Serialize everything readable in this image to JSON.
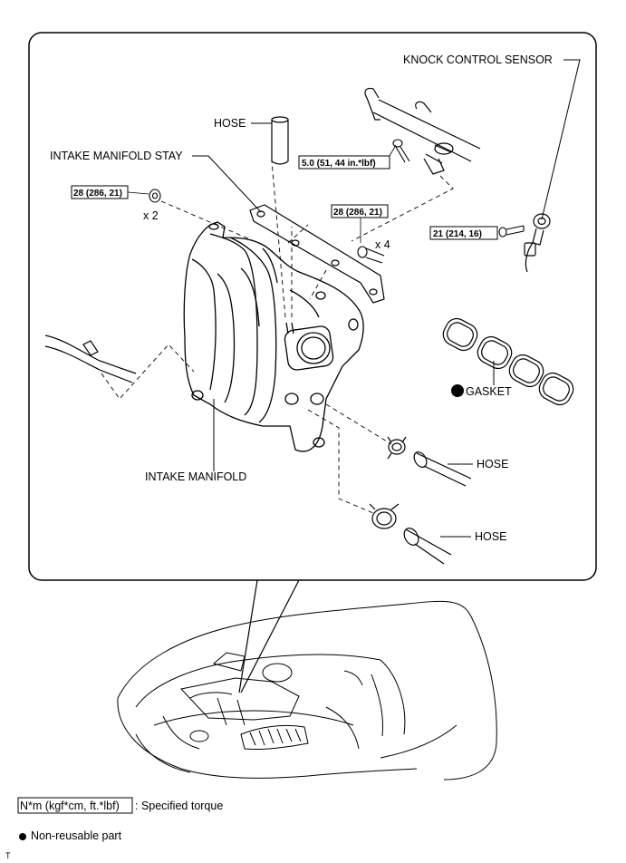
{
  "labels": {
    "knock_control_sensor": "KNOCK CONTROL SENSOR",
    "hose_top": "HOSE",
    "intake_manifold_stay": "INTAKE MANIFOLD STAY",
    "gasket": "GASKET",
    "intake_manifold": "INTAKE MANIFOLD",
    "hose_mid": "HOSE",
    "hose_bottom": "HOSE"
  },
  "torque_specs": {
    "stay_bolt_left": "28 (286, 21)",
    "stay_bolt_right": "28 (286, 21)",
    "hose_bracket_bolt": "5.0 (51, 44 in.*lbf)",
    "knock_sensor_bolt": "21 (214, 16)"
  },
  "quantities": {
    "left_nuts": "x 2",
    "right_bolts": "x 4"
  },
  "legend": {
    "torque_unit": "N*m (kgf*cm, ft.*lbf)",
    "torque_desc": ": Specified torque",
    "nonreusable_desc": "Non-reusable part"
  },
  "corner_mark": "T",
  "colors": {
    "line": "#000000",
    "background": "#ffffff",
    "nonreusable_marker": "#000000"
  },
  "icons": {
    "nonreusable": "filled-circle-icon"
  }
}
